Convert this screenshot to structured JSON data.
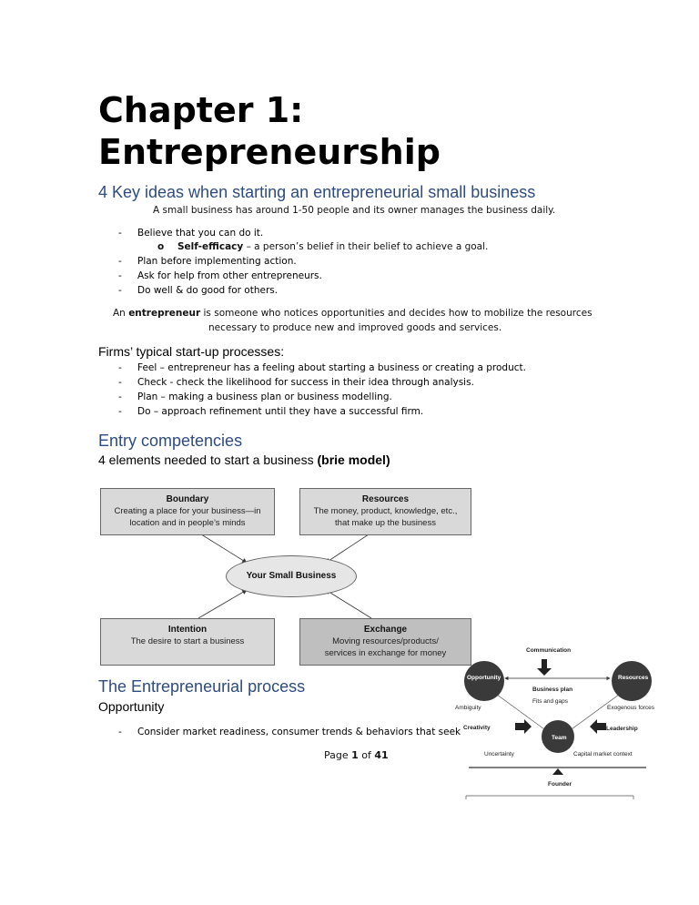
{
  "title_line1": "Chapter 1:",
  "title_line2": "Entrepreneurship",
  "section1": {
    "heading": "4 Key ideas when starting an entrepreneurial small business",
    "intro": "A small business has around 1-50 people and its owner manages the business daily.",
    "bullets": [
      "Believe that you can do it.",
      "Plan before implementing action.",
      "Ask for help from other entrepreneurs.",
      "Do well & do good for others."
    ],
    "sub_bullet_marker": "o",
    "sub_bullet_term": "Self-efficacy",
    "sub_bullet_rest": " – a person’s belief in their belief to achieve a goal.",
    "def_pre": "An ",
    "def_term": "entrepreneur",
    "def_rest": " is someone who notices opportunities and decides how to mobilize the resources",
    "def_line2": "necessary to produce new and improved goods and services."
  },
  "section2": {
    "heading": "Firms’ typical start-up processes:",
    "bullets": [
      "Feel – entrepreneur has a feeling about starting a business or creating a product.",
      "Check - check the likelihood for success in their idea through analysis.",
      "Plan – making a business plan or business modelling.",
      "Do – approach refinement until they have a successful firm."
    ]
  },
  "section3": {
    "heading": "Entry competencies",
    "sub_pre": "4 elements needed to start a business ",
    "sub_bold": "(brie model)"
  },
  "brie": {
    "boundary_title": "Boundary",
    "boundary_l1": "Creating a place for your business—in",
    "boundary_l2": "location and in people’s minds",
    "resources_title": "Resources",
    "resources_l1": "The money, product, knowledge, etc.,",
    "resources_l2": "that make up the business",
    "center": "Your  Small Business",
    "intention_title": "Intention",
    "intention_l1": "The desire to start a business",
    "exchange_title": "Exchange",
    "exchange_l1": "Moving resources/products/",
    "exchange_l2": "services in exchange for money"
  },
  "section4": {
    "heading": "The Entrepreneurial process",
    "sub": "Opportunity",
    "bullet": "Consider market readiness, consumer trends & behaviors that seek"
  },
  "process_diagram": {
    "communication": "Communication",
    "opportunity": "Opportunity",
    "resources": "Resources",
    "business_plan": "Business plan",
    "fits_gaps": "Fits and gaps",
    "ambiguity": "Ambiguity",
    "exogenous": "Exogenous forces",
    "creativity": "Creativity",
    "leadership": "Leadership",
    "team": "Team",
    "uncertainty": "Uncertainty",
    "capital": "Capital market context",
    "founder": "Founder"
  },
  "footer": {
    "pre": "Page ",
    "current": "1",
    "mid": " of ",
    "total": "41"
  },
  "bullet_dash": "-"
}
